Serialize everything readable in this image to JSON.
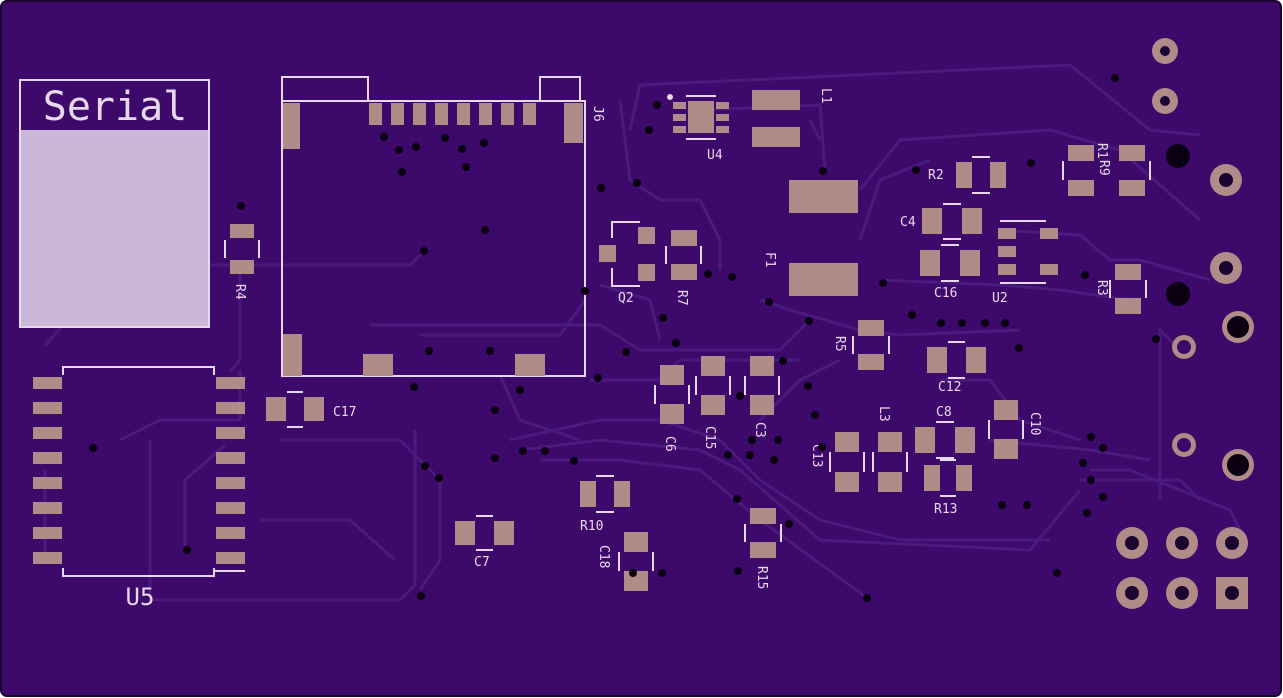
{
  "board": {
    "label_box_text": "Serial",
    "module_label": "U5",
    "colors": {
      "background": "#ffffff",
      "board": "#3d0a6b",
      "board_edge": "#1c0430",
      "trace": "#4a1a7f",
      "pad": "#b08b88",
      "silkscreen": "#e8d8ec",
      "label_fill": "#cbb8d9",
      "via": "#0a0012"
    },
    "components": {
      "j6": "J6",
      "l1": "L1",
      "u4": "U4",
      "r1": "R1",
      "r9": "R9",
      "r2": "R2",
      "c4": "C4",
      "c16": "C16",
      "u2": "U2",
      "r3": "R3",
      "f1": "F1",
      "q2": "Q2",
      "r7": "R7",
      "r4": "R4",
      "c17": "C17",
      "r5": "R5",
      "c12": "C12",
      "c8": "C8",
      "l3": "L3",
      "c10": "C10",
      "c6": "C6",
      "c15": "C15",
      "c3": "C3",
      "c13": "C13",
      "r13": "R13",
      "r10": "R10",
      "c18": "C18",
      "c7": "C7",
      "r15": "R15"
    }
  }
}
